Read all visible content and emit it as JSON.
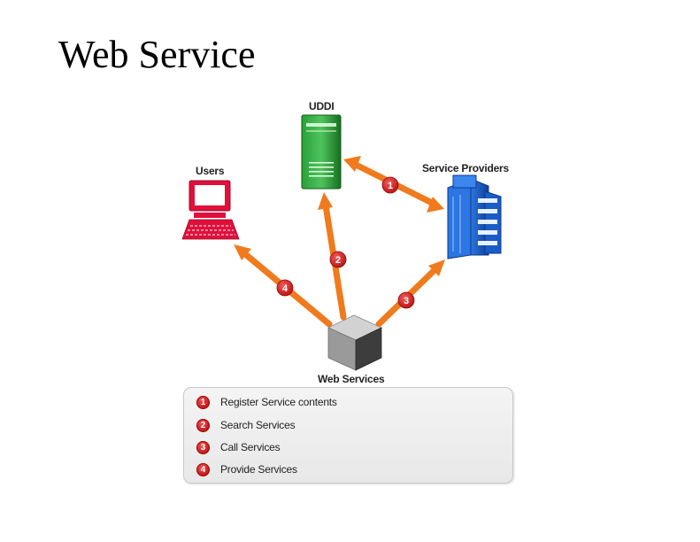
{
  "title": "Web Service",
  "nodes": {
    "uddi": "UDDI",
    "users": "Users",
    "providers": "Service Providers",
    "web_services": "Web Services"
  },
  "steps": [
    {
      "number": "1",
      "label": "Register Service contents"
    },
    {
      "number": "2",
      "label": "Search Services"
    },
    {
      "number": "3",
      "label": "Call Services"
    },
    {
      "number": "4",
      "label": "Provide Services"
    }
  ],
  "colors": {
    "arrow": "#f07a1c",
    "badge": "#d21f1f",
    "uddi_server": "#1e8a2a",
    "users_computer": "#e0103a",
    "provider_building": "#1d5fc4",
    "web_services_cube": "#7a7a7a"
  }
}
